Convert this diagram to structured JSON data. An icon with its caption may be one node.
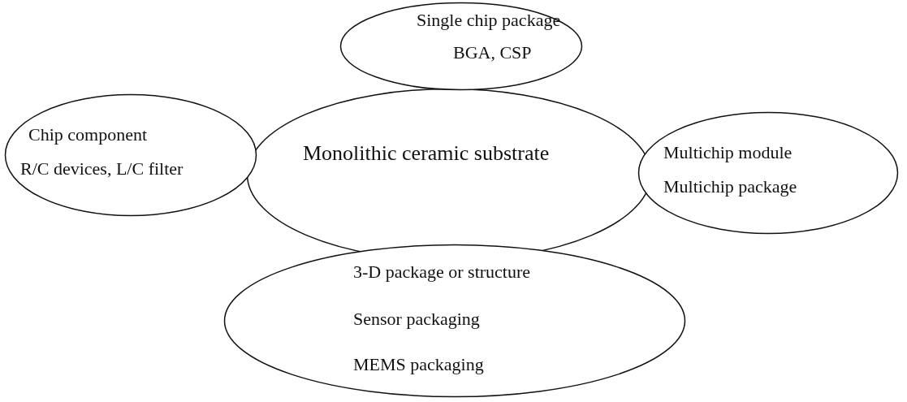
{
  "diagram": {
    "nodes": [
      {
        "text": [
          "Single chip package",
          "BGA, CSP"
        ]
      },
      {
        "text": [
          "Chip component",
          "R/C devices, L/C filter"
        ]
      },
      {
        "text": [
          "Monolithic ceramic substrate"
        ]
      },
      {
        "text": [
          "Multichip module",
          "Multichip package"
        ]
      },
      {
        "text": [
          "3-D package or structure",
          "Sensor packaging",
          "MEMS packaging"
        ]
      }
    ]
  }
}
